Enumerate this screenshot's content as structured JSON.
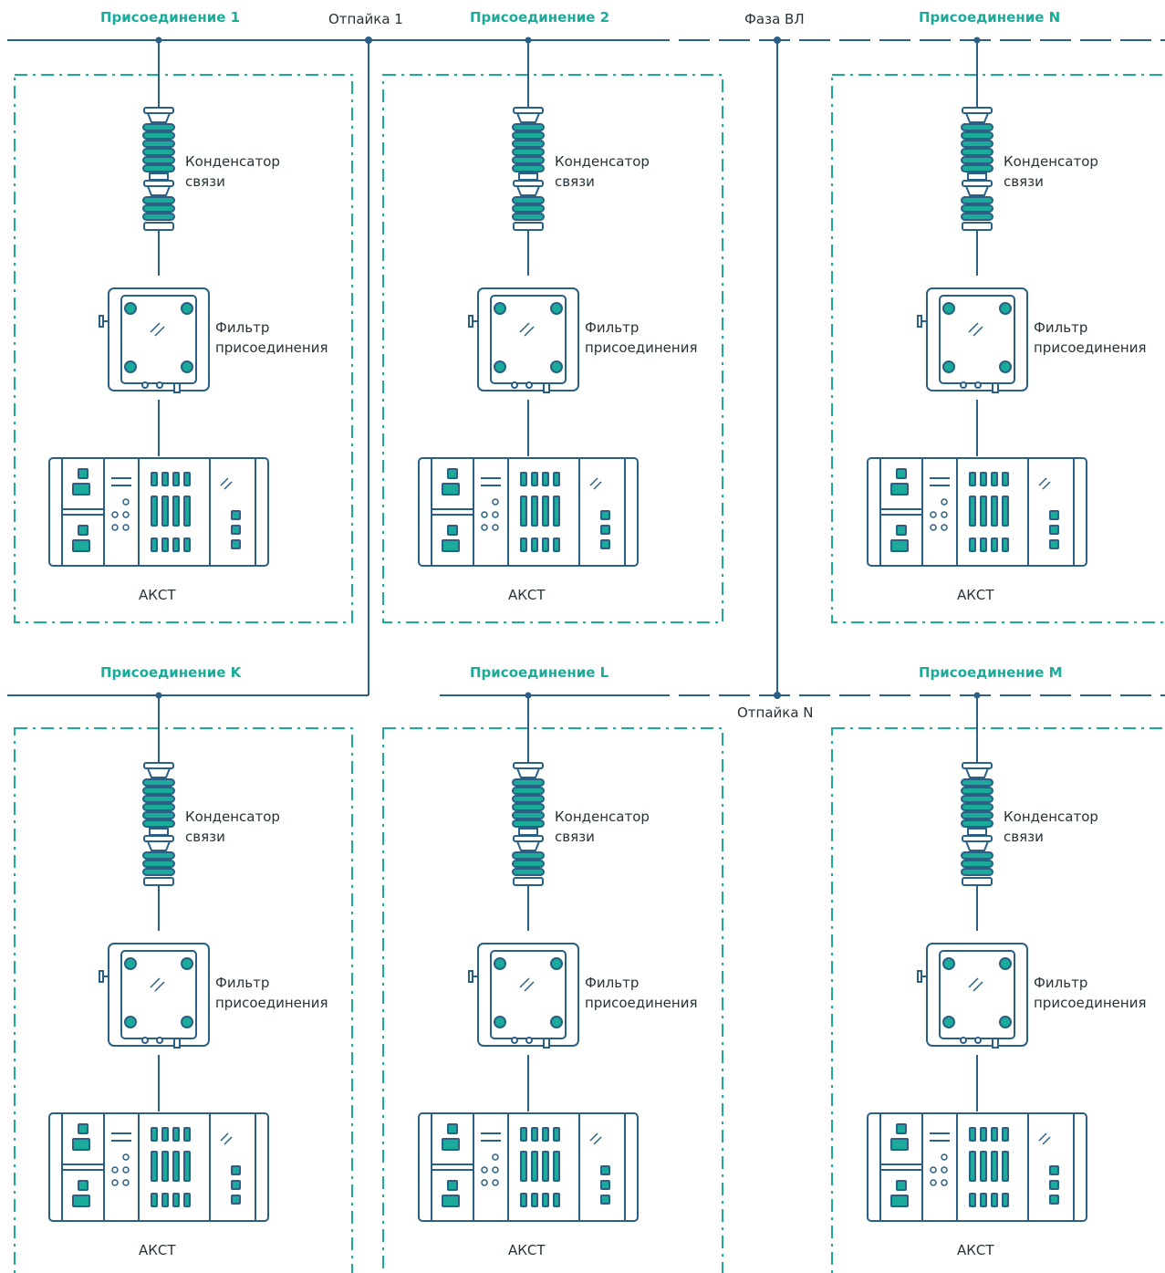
{
  "line_labels": {
    "tap_1": "Отпайка 1",
    "phase": "Фаза ВЛ",
    "tap_n": "Отпайка N"
  },
  "units": [
    {
      "title": "Присоединение 1",
      "capacitor": [
        "Конденсатор",
        "связи"
      ],
      "filter": [
        "Фильтр",
        "присоединения"
      ],
      "terminal": "АКСТ"
    },
    {
      "title": "Присоединение 2",
      "capacitor": [
        "Конденсатор",
        "связи"
      ],
      "filter": [
        "Фильтр",
        "присоединения"
      ],
      "terminal": "АКСТ"
    },
    {
      "title": "Присоединение N",
      "capacitor": [
        "Конденсатор",
        "связи"
      ],
      "filter": [
        "Фильтр",
        "присоединения"
      ],
      "terminal": "АКСТ"
    },
    {
      "title": "Присоединение K",
      "capacitor": [
        "Конденсатор",
        "связи"
      ],
      "filter": [
        "Фильтр",
        "присоединения"
      ],
      "terminal": "АКСТ"
    },
    {
      "title": "Присоединение L",
      "capacitor": [
        "Конденсатор",
        "связи"
      ],
      "filter": [
        "Фильтр",
        "присоединения"
      ],
      "terminal": "АКСТ"
    },
    {
      "title": "Присоединение M",
      "capacitor": [
        "Конденсатор",
        "связи"
      ],
      "filter": [
        "Фильтр",
        "присоединения"
      ],
      "terminal": "АКСТ"
    }
  ],
  "colors": {
    "accent": "#1aab9b",
    "line": "#2a5f86",
    "text": "#263238"
  }
}
